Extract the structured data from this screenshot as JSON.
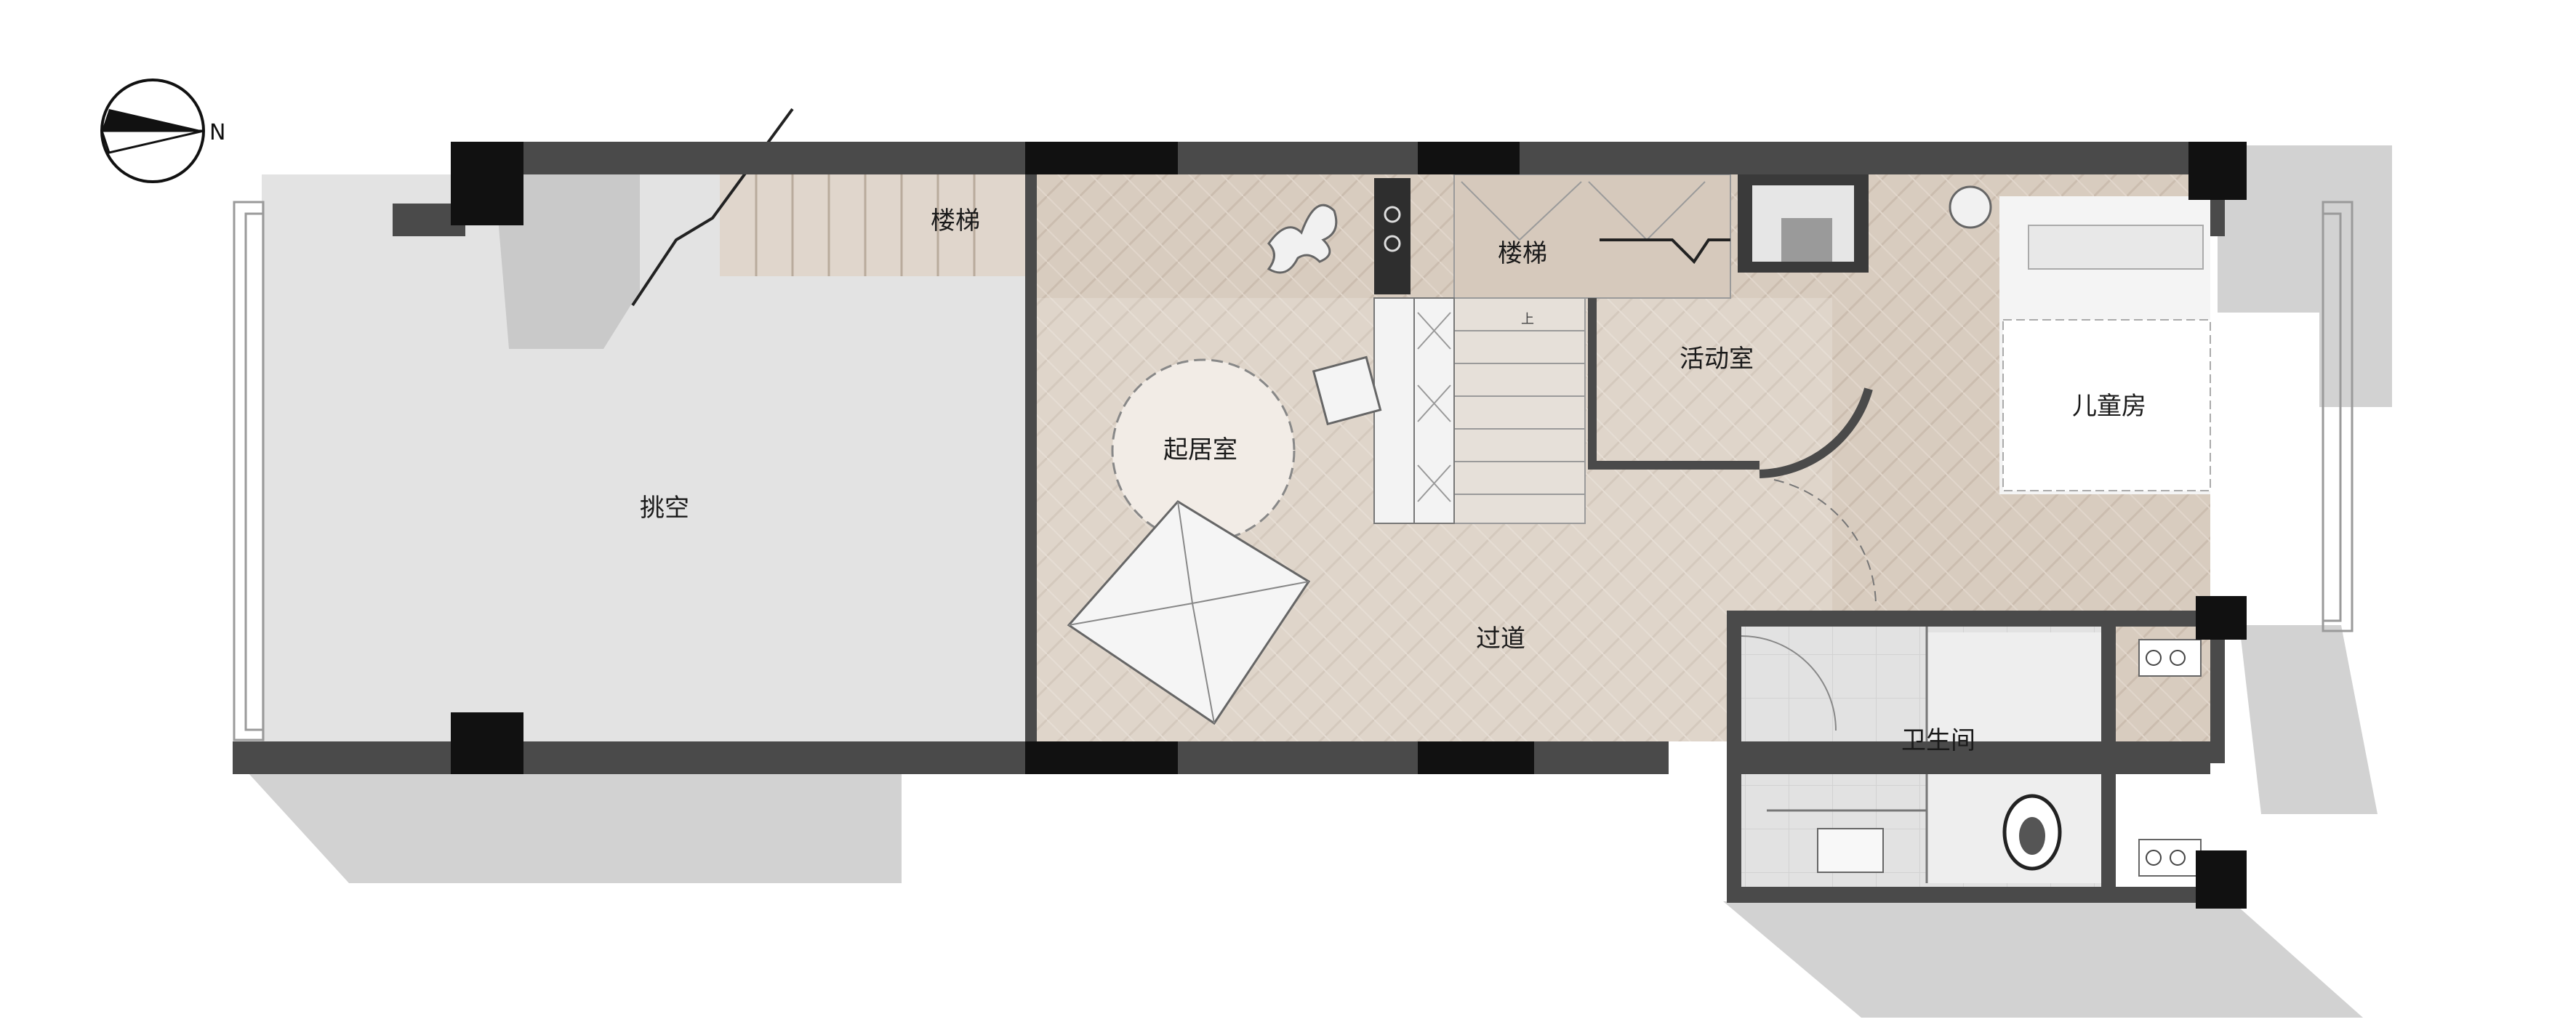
{
  "rooms": {
    "void": "挑空",
    "stairs_left": "楼梯",
    "stairs_mid": "楼梯",
    "stair_up": "上",
    "living": "起居室",
    "activity": "活动室",
    "kids": "儿童房",
    "corridor": "过道",
    "bathroom": "卫生间"
  },
  "compass": {
    "label": "N"
  },
  "colors": {
    "wall": "#2e2e2e",
    "wall_light": "#4a4a4a",
    "floor_wood": "#d6c9bc",
    "void_floor": "#e6e6e6",
    "shadow": "#cfcfcf",
    "tile": "#dcdcdc"
  }
}
